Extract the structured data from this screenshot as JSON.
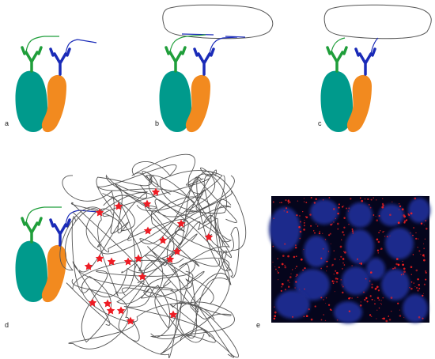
{
  "panels": [
    {
      "id": "a",
      "label": "a"
    },
    {
      "id": "b",
      "label": "b"
    },
    {
      "id": "c",
      "label": "c"
    },
    {
      "id": "d",
      "label": "d"
    },
    {
      "id": "e",
      "label": "e"
    }
  ],
  "colors": {
    "teal_protein": "#009a8c",
    "orange_protein": "#f28a1f",
    "antibody_primary": "#1f9e3a",
    "antibody_secondary": "#1a2bb8",
    "oligo_line": "#555555",
    "rca_product": "#555555",
    "signal_star": "#ee1c24",
    "micrograph_background": "#05051c",
    "nucleus_blue": "#1a2a8c",
    "pla_signal": "#ff2020"
  },
  "icons": [
    "antibody-y-icon",
    "protein-blob-icon",
    "star-signal-icon"
  ]
}
